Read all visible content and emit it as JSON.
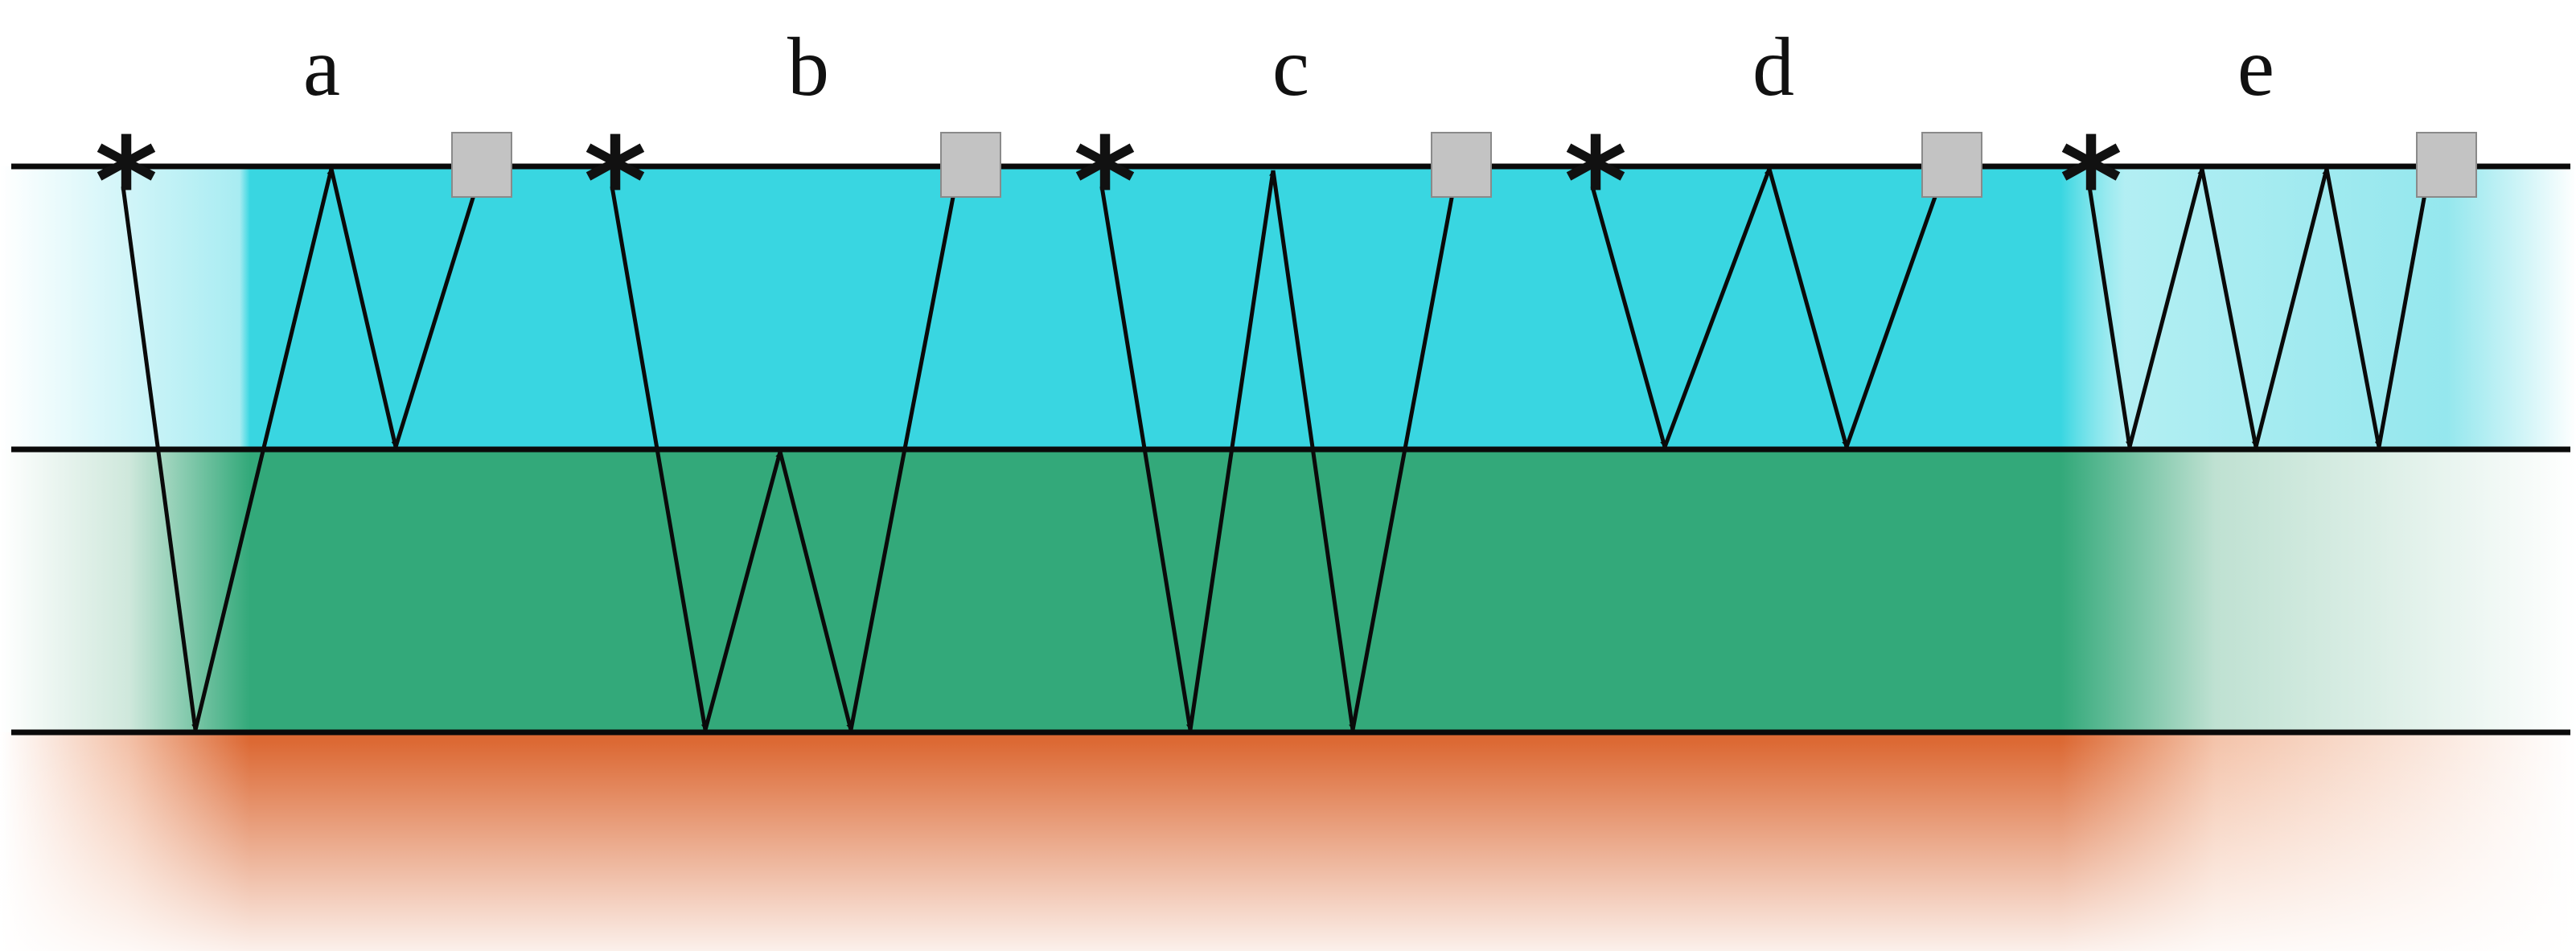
{
  "diagram": {
    "type": "multiple-reflection ray paths in layered media",
    "layer_colors": {
      "layer_1": "#39d6e1",
      "layer_2": "#33a97a",
      "layer_3": "#dc6934",
      "fade": "#ffffff",
      "interface_line": "#0a0a0a",
      "receiver": "#c3c3c3"
    },
    "panels": [
      {
        "id": "a",
        "label": "a",
        "symbols": {
          "source": "asterisk-icon",
          "receiver": "gray-square-icon"
        }
      },
      {
        "id": "b",
        "label": "b",
        "symbols": {
          "source": "asterisk-icon",
          "receiver": "gray-square-icon"
        }
      },
      {
        "id": "c",
        "label": "c",
        "symbols": {
          "source": "asterisk-icon",
          "receiver": "gray-square-icon"
        }
      },
      {
        "id": "d",
        "label": "d",
        "symbols": {
          "source": "asterisk-icon",
          "receiver": "gray-square-icon"
        }
      },
      {
        "id": "e",
        "label": "e",
        "symbols": {
          "source": "asterisk-icon",
          "receiver": "gray-square-icon"
        }
      }
    ]
  }
}
